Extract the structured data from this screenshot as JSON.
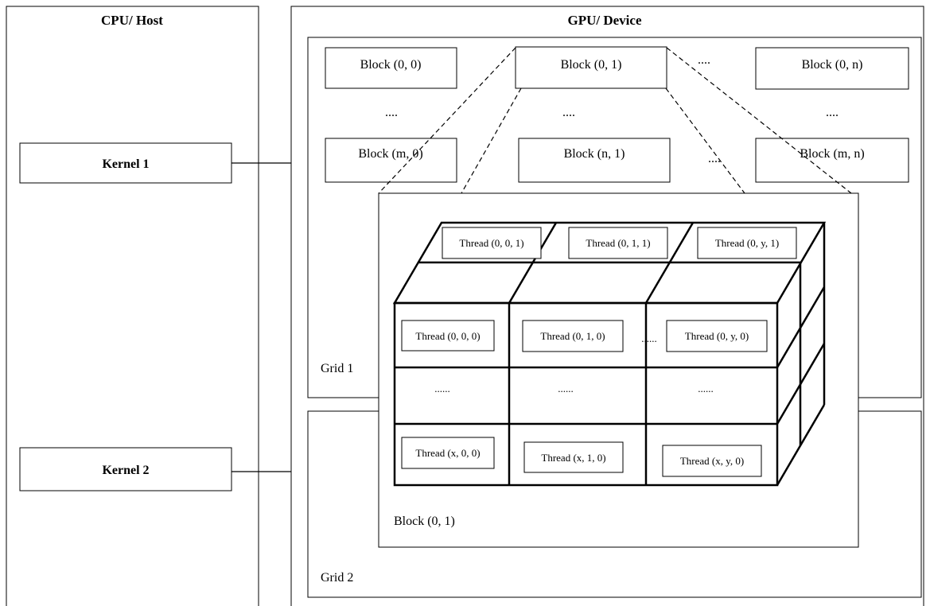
{
  "host": {
    "title": "CPU/ Host",
    "kernels": [
      "Kernel 1",
      "Kernel 2"
    ]
  },
  "device": {
    "title": "GPU/ Device",
    "grid1": {
      "label": "Grid 1",
      "blocks_row1": [
        "Block (0, 0)",
        "Block (0, 1)",
        "Block (0, n)"
      ],
      "blocks_row2": [
        "Block (m, 0)",
        "Block (n, 1)",
        "Block (m, n)"
      ],
      "ellipsis": "...."
    },
    "grid2": {
      "label": "Grid 2"
    },
    "block_detail": {
      "label": "Block (0, 1)",
      "threads_top": [
        "Thread (0, 0, 1)",
        "Thread (0, 1, 1)",
        "Thread (0, y, 1)"
      ],
      "threads_front_top": [
        "Thread (0, 0, 0)",
        "Thread (0, 1, 0)",
        "Thread (0, y, 0)"
      ],
      "threads_front_bottom": [
        "Thread (x, 0, 0)",
        "Thread (x, 1, 0)",
        "Thread (x, y, 0)"
      ],
      "ellipsis": "......"
    }
  }
}
